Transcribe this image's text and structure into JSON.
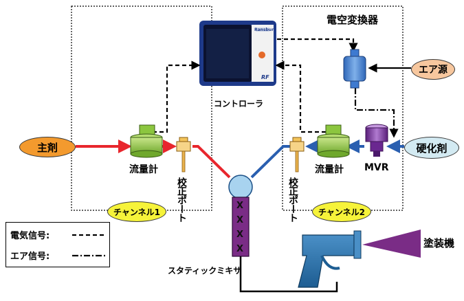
{
  "controller": {
    "label": "コントローラ",
    "brand": "Ransburg",
    "tag": "RF"
  },
  "converter": {
    "label": "電空変換器"
  },
  "air_source": {
    "label": "エア源",
    "color": "#f7c79e"
  },
  "main_agent": {
    "label": "主剤",
    "color": "#f39a2e"
  },
  "hardener": {
    "label": "硬化剤",
    "color": "#d3eaf2"
  },
  "meter_left": {
    "label": "流量計"
  },
  "meter_right": {
    "label": "流量計"
  },
  "mvr": {
    "label": "MVR"
  },
  "port_left": {
    "label": "校正ポート"
  },
  "port_right": {
    "label": "校正ポート"
  },
  "channel1": {
    "label": "チャンネル1",
    "color": "#f6f33a"
  },
  "channel2": {
    "label": "チャンネル2",
    "color": "#f6f33a"
  },
  "mixer": {
    "label": "スタティックミキサ",
    "marks": [
      "X",
      "X",
      "X",
      "X"
    ]
  },
  "gun": {
    "label": "塗装機",
    "color": "#2a6fa5"
  },
  "legend": {
    "electric": "電気信号:",
    "air": "エア信号:"
  },
  "colors": {
    "main_line": "#e8262d",
    "hardener_line": "#2a5fb0",
    "meter_green": "#8cc63f",
    "mixer_purple": "#7a2c86"
  }
}
